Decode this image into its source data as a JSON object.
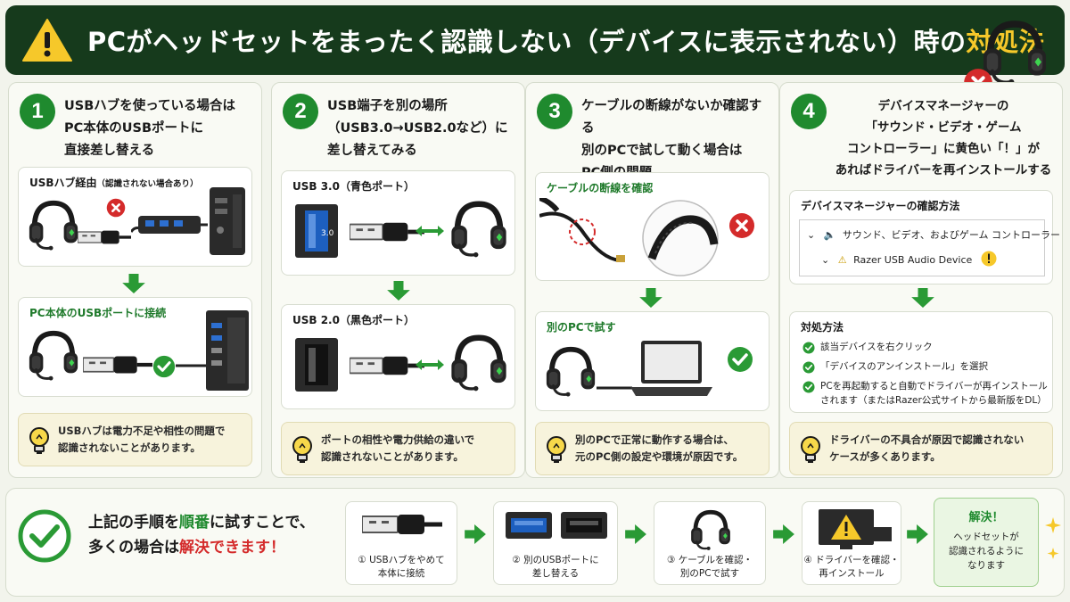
{
  "header": {
    "title_main": "PCがヘッドセットをまったく認識しない（デバイスに表示されない）時の",
    "title_accent": "対処法",
    "icons": [
      "warning-icon",
      "headset-icon",
      "error-x-icon"
    ]
  },
  "panels": [
    {
      "num": "1",
      "title": [
        "USBハブを使っている場合は",
        "PC本体のUSBポートに",
        "直接差し替える"
      ],
      "sub1_label": "USBハブ経由",
      "sub1_note": "（認識されない場合あり）",
      "sub2_label": "PC本体のUSBポートに接続",
      "tip": [
        "USBハブは電力不足や相性の問題で",
        "認識されないことがあります。"
      ]
    },
    {
      "num": "2",
      "title": [
        "USB端子を別の場所",
        "（USB3.0→USB2.0など）に",
        "差し替えてみる"
      ],
      "sub1_label": "USB 3.0（青色ポート）",
      "sub2_label": "USB 2.0（黒色ポート）",
      "tip": [
        "ポートの相性や電力供給の違いで",
        "認識されないことがあります。"
      ]
    },
    {
      "num": "3",
      "title": [
        "ケーブルの断線がないか確認する",
        "別のPCで試して動く場合は",
        "PC側の問題"
      ],
      "sub1_label": "ケーブルの断線を確認",
      "sub2_label": "別のPCで試す",
      "tip": [
        "別のPCで正常に動作する場合は、",
        "元のPC側の設定や環境が原因です。"
      ]
    },
    {
      "num": "4",
      "title": [
        "デバイスマネージャーの",
        "「サウンド・ビデオ・ゲーム",
        "コントローラー」に黄色い「！」が",
        "あればドライバーを再インストールする"
      ],
      "sub1_label": "デバイスマネージャーの確認方法",
      "dm_row1": "サウンド、ビデオ、およびゲーム コントローラー",
      "dm_row2": "Razer USB Audio Device",
      "sub2_label": "対処方法",
      "fix_items": [
        "該当デバイスを右クリック",
        "「デバイスのアンインストール」を選択",
        "PCを再起動すると自動でドライバーが再インストール",
        "されます（またはRazer公式サイトから最新版をDL）"
      ],
      "tip": [
        "ドライバーの不具合が原因で認識されない",
        "ケースが多くあります。"
      ]
    }
  ],
  "usb30_text": "3.0",
  "bottom": {
    "line1_a": "上記の手順を",
    "line1_hl": "順番",
    "line1_b": "に試すことで、",
    "line2_a": "多くの場合は",
    "line2_hl": "解決できます！",
    "steps": [
      [
        "① USBハブをやめて",
        "本体に接続"
      ],
      [
        "② 別のUSBポートに",
        "差し替える"
      ],
      [
        "③ ケーブルを確認・",
        "別のPCで試す"
      ],
      [
        "④ ドライバーを確認・",
        "再インストール"
      ]
    ],
    "solved_title": "解決！",
    "solved_body": [
      "ヘッドセットが",
      "認識されるように",
      "なります"
    ]
  },
  "colors": {
    "header_bg": "#163a1c",
    "accent_yellow": "#f6c82a",
    "green": "#1f8a2e",
    "red": "#d42b2b",
    "usb3_blue": "#1d5fbf"
  }
}
